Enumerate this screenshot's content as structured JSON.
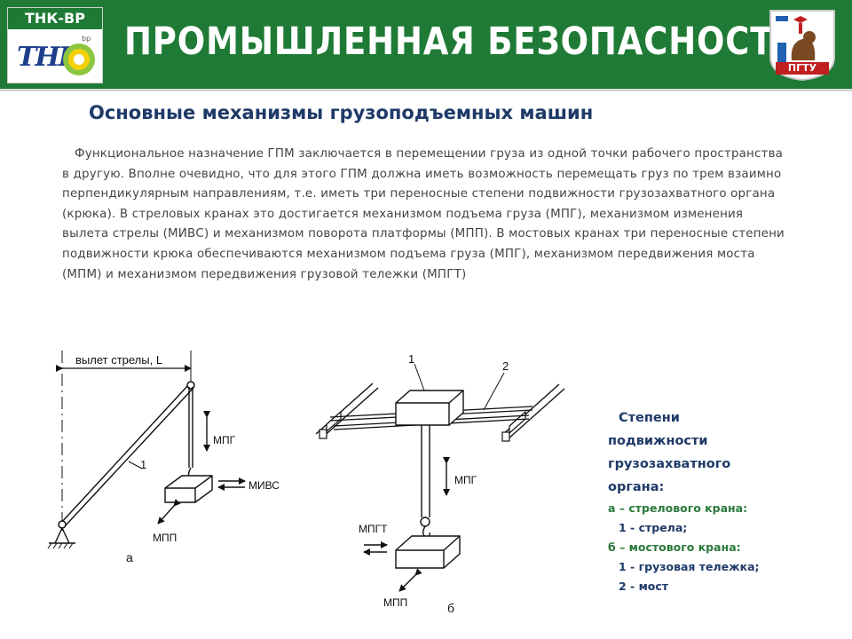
{
  "header": {
    "logo_left_top": "ТНК-ВР",
    "logo_left_mark": "ТНК",
    "logo_left_bp": "bp",
    "title": "ПРОМЫШЛЕННАЯ  БЕЗОПАСНОСТЬ",
    "logo_right_text": "ПГТУ"
  },
  "subtitle": "Основные механизмы грузоподъемных машин",
  "paragraph": "Функциональное назначение ГПМ заключается в перемещении груза из одной точки рабочего пространства в другую. Вполне очевидно, что для этого ГПМ должна иметь возможность перемещать груз по трем взаимно перпендикулярным направлениям, т.е. иметь три переносные степени подвижности грузозахватного органа (крюка). В стреловых кранах это достигается механизмом подъема груза (МПГ), механизмом изменения вылета стрелы (МИВС) и механизмом поворота платформы (МПП). В мостовых кранах три переносные степени подвижности крюка обеспечиваются механизмом подъема груза (МПГ), механизмом передвижения моста (МПМ) и механизмом передвижения грузовой тележки (МПГТ)",
  "diagram_a": {
    "reach_label": "вылет стрелы, L",
    "boom_number": "1",
    "mpg": "МПГ",
    "mivs": "МИВС",
    "mpp": "МПП",
    "letter": "а"
  },
  "diagram_b": {
    "trolley_number": "1",
    "bridge_number": "2",
    "mpg": "МПГ",
    "mpgt": "МПГТ",
    "mpp": "МПП",
    "letter": "б"
  },
  "legend": {
    "title_line1": "Степени",
    "title_line2": "подвижности",
    "title_line3": "грузозахватного",
    "title_line4": "органа:",
    "a": "а – стрелового крана:",
    "a1": "1 - стрела;",
    "b": "б – мостового крана:",
    "b1": "1 - грузовая тележка;",
    "b2": "2 - мост"
  },
  "colors": {
    "header_green": "#1f7a35",
    "title_blue": "#1f3a68",
    "legend_green": "#2a7a3a"
  }
}
